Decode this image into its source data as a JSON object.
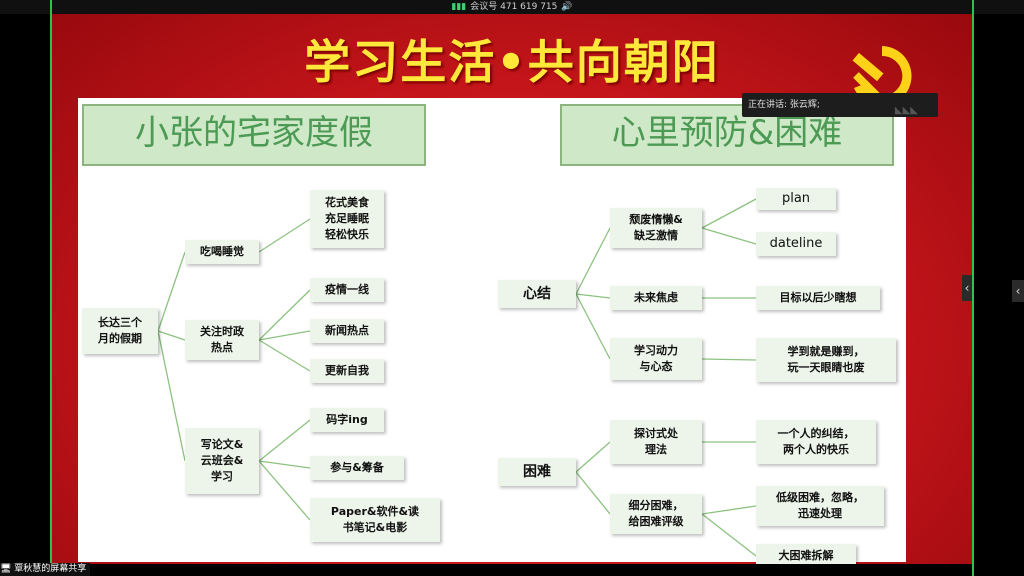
{
  "meeting_bar": {
    "meeting_id": "会议号 471 619 715",
    "signal_icon": "signal-icon",
    "speaker_icon": "speaker-icon"
  },
  "slide": {
    "title": "学习生活•共向朝阳",
    "left_heading": "小张的宅家度假",
    "right_heading": "心里预防&困难",
    "left_tree": {
      "root": "长达三个\n月的假期",
      "branches": [
        {
          "label": "吃喝睡觉",
          "children": [
            "花式美食\n充足睡眠\n轻松快乐"
          ]
        },
        {
          "label": "关注时政\n热点",
          "children": [
            "疫情一线",
            "新闻热点",
            "更新自我"
          ]
        },
        {
          "label": "写论文&\n云班会&\n学习",
          "children": [
            "码字ing",
            "参与&筹备",
            "Paper&软件&读\n书笔记&电影"
          ]
        }
      ]
    },
    "right_tree": {
      "groups": [
        {
          "label": "心结",
          "items": [
            {
              "label": "颓废惰懒&\n缺乏激情",
              "results": [
                "plan",
                "dateline"
              ]
            },
            {
              "label": "未来焦虑",
              "results": [
                "目标以后少瞎想"
              ]
            },
            {
              "label": "学习动力\n与心态",
              "results": [
                "学到就是赚到，\n玩一天眼睛也废"
              ]
            }
          ]
        },
        {
          "label": "困难",
          "items": [
            {
              "label": "探讨式处\n理法",
              "results": [
                "一个人的纠结，\n两个人的快乐"
              ]
            },
            {
              "label": "细分困难，\n给困难评级",
              "results": [
                "低级困难，忽略，\n迅速处理",
                "大困难拆解"
              ]
            }
          ]
        }
      ]
    }
  },
  "speaker_popup": {
    "text": "正在讲话: 张云辉;"
  },
  "share_label": "覃秋慧的屏幕共享",
  "colors": {
    "slide_red": "#c4151a",
    "title_yellow": "#ffe83a",
    "node_bg": "#edf5ea",
    "line_green": "#8cc27f",
    "heading_green": "#4d9a55"
  }
}
